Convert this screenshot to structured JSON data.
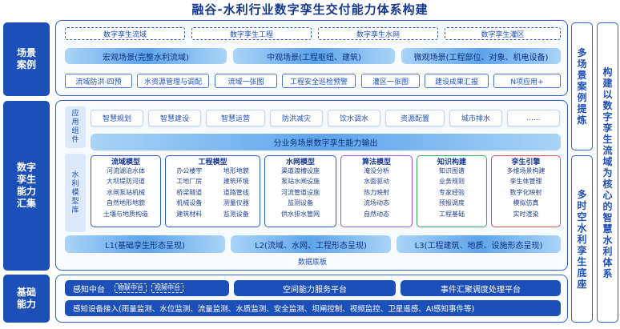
{
  "title": "融谷-水利行业数字孪生交付能力体系构建",
  "left_categories": [
    "场景案例",
    "数字孪生能力汇集",
    "基础能力"
  ],
  "right_labels": {
    "col1_top": "多场景案例提炼",
    "col1_bottom": "多时空水利孪生底座",
    "col2": "构建以数字孪生流域为核心的智慧水利体系"
  },
  "scenario": {
    "domains": [
      "数字孪生流域",
      "数字孪生工程",
      "数字孪生水网",
      "数字孪生灌区"
    ],
    "macro": "宏观场景(完整水利流域)",
    "meso": "中观场景(工程枢纽、建筑)",
    "micro": "微观场景(工程部位、对象、机电设备)",
    "cases": [
      "流域防洪-四预",
      "水资源管理与调配",
      "流域一张图",
      "工程安全巡检预警",
      "灌区一张图",
      "建设成果汇报",
      "N项应用+"
    ]
  },
  "capability": {
    "app_label": "应用组件",
    "apps": [
      "智慧规划",
      "智慧建设",
      "智慧运营",
      "防洪减灾",
      "饮水调水",
      "资源配置",
      "城市排水",
      "......"
    ],
    "output_bar": "分业务场景数字孪生能力输出",
    "model_lib_label": "水利模型库",
    "models": [
      {
        "title": "流域模型",
        "items": [
          "河流湖泊水体",
          "大坝堤防河道",
          "水闸泵站机械",
          "自然地形地貌",
          "土壤与地质构造"
        ]
      },
      {
        "title": "工程模型",
        "items": [
          "办公楼宇",
          "地形地貌",
          "工地厂房",
          "建筑环境",
          "桥梁隧道",
          "道路管线",
          "机械设备",
          "测量仪器",
          "建筑材料",
          "监测设备"
        ]
      },
      {
        "title": "水网模型",
        "items": [
          "渠道渡槽设施",
          "泵站水闸设施",
          "河流管道设施",
          "监测设备",
          "供水排水管网"
        ]
      },
      {
        "title": "算法模型",
        "items": [
          "淹没分析",
          "水面驱动",
          "热力映射",
          "流场动态",
          "自然动态"
        ]
      },
      {
        "title": "知识构建",
        "items": [
          "知识图谱",
          "业务规则",
          "专家经验",
          "预报调度",
          "工程基础"
        ]
      },
      {
        "title": "孪生引擎",
        "items": [
          "多维场景构建",
          "孪生体管理",
          "数字化映射",
          "模拟仿真",
          "实时渲染"
        ]
      }
    ],
    "levels": [
      "L1(基础孪生形态呈现)",
      "L2(流域、水网、工程形态呈现)",
      "L3(工程建筑、地质、设施形态呈现)"
    ],
    "base_label": "数据底板"
  },
  "foundation": {
    "sensing_platform": "感知中台",
    "sensing_sub": [
      "物联中台",
      "视频中台"
    ],
    "spatial": "空间能力服务平台",
    "event": "事件汇聚调度处理平台",
    "access": "感知设备接入(雨量监测、水位监测、流量监测、水质监测、安全监测、坝闸控制、视频监控、卫星遥感、AI感知事件等)"
  },
  "colors": {
    "primary": "#1d4fb8",
    "algorithm_border": "#9b59d0",
    "knowledge_border": "#3aaa5c",
    "engine_border": "#d9534f"
  }
}
